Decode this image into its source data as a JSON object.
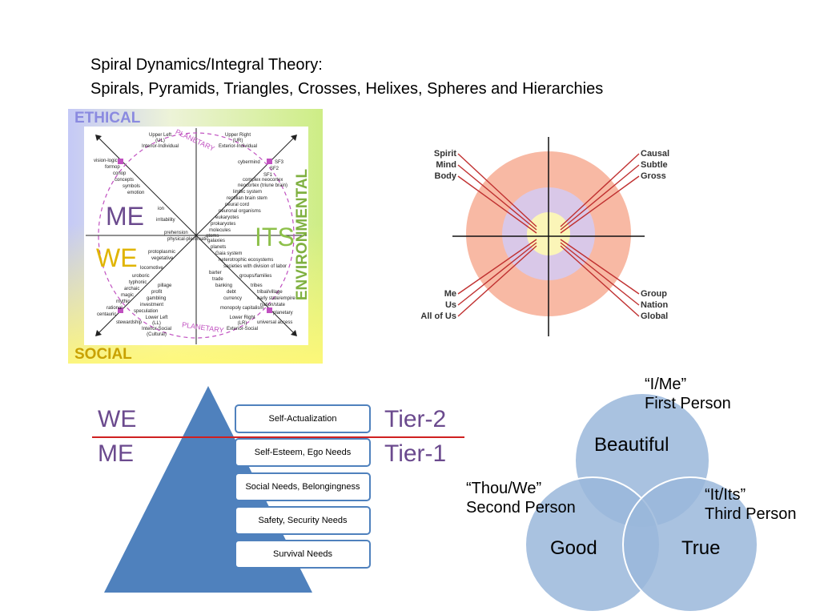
{
  "title_line1": "Spiral Dynamics/Integral Theory:",
  "title_line2": "Spirals, Pyramids, Triangles, Crosses, Helixes, Spheres and Hierarchies",
  "quadrant": {
    "ethical": "ETHICAL",
    "social": "SOCIAL",
    "environmental": "ENVIRONMENTAL",
    "me": "ME",
    "we": "WE",
    "its": "ITS",
    "upper_left": [
      "Upper Left",
      "(UL)",
      "Interior-Individual"
    ],
    "upper_right": [
      "Upper Right",
      "(UR)",
      "Exterior-Individual"
    ],
    "lower_left": [
      "Lower Left",
      "(LL)",
      "Interior-Social",
      "(Cultural)"
    ],
    "lower_right": [
      "Lower Right",
      "(LR)",
      "Exterior-Social"
    ],
    "ul_items": [
      "vision-logic",
      "formop",
      "conop",
      "concepts",
      "symbols",
      "emotion",
      "ion",
      "irritability",
      "prehension"
    ],
    "ur_items": [
      "cybermind",
      "SF3",
      "SF2",
      "SF1",
      "complex neocortex",
      "neocortex (triune brain)",
      "limbic system",
      "reptilian brain stem",
      "neural cord",
      "neuronal organisms",
      "eukaryotes",
      "prokaryotes",
      "molecules",
      "atoms"
    ],
    "ll_items": [
      "physical-pleromatic",
      "protoplasmic",
      "vegetative",
      "locomotive",
      "uroboric",
      "typhonic",
      "archaic",
      "magic",
      "mythic",
      "rational",
      "centauric",
      "pillage",
      "profit",
      "gambling",
      "investment",
      "speculation",
      "stewardship"
    ],
    "lr_items": [
      "galaxies",
      "planets",
      "Gaia system",
      "heterotrophic ecosystems",
      "societies with division of labor",
      "barter",
      "trade",
      "banking",
      "groups/families",
      "debt",
      "currency",
      "tribes",
      "tribal/village",
      "early state/empire",
      "nation/state",
      "monopoly capitalism",
      "planetary",
      "universal access"
    ],
    "planetary": "PLANETARY"
  },
  "rings": {
    "left_top": [
      "Spirit",
      "Mind",
      "Body"
    ],
    "right_top": [
      "Causal",
      "Subtle",
      "Gross"
    ],
    "left_bottom": [
      "Me",
      "Us",
      "All of Us"
    ],
    "right_bottom": [
      "Group",
      "Nation",
      "Global"
    ],
    "colors": {
      "outer": "#f8b9a4",
      "middle": "#d9c8e8",
      "inner": "#fbf5b8",
      "lines": "#c03030"
    }
  },
  "pyramid": {
    "levels": [
      "Self-Actualization",
      "Self-Esteem, Ego Needs",
      "Social Needs, Belongingness",
      "Safety, Security Needs",
      "Survival Needs"
    ],
    "left_top": "WE",
    "left_bottom": "ME",
    "right_top": "Tier-2",
    "right_bottom": "Tier-1",
    "colors": {
      "fill": "#4f81bd",
      "line": "#d02020"
    }
  },
  "venn": {
    "top": "Beautiful",
    "left": "Good",
    "right": "True",
    "note_top": [
      "“I/Me”",
      "First Person"
    ],
    "note_left": [
      "“Thou/We”",
      "Second Person"
    ],
    "note_right": [
      "“It/Its”",
      "Third Person"
    ],
    "colors": {
      "fill": "#9ab7db",
      "stroke": "#ffffff"
    }
  }
}
